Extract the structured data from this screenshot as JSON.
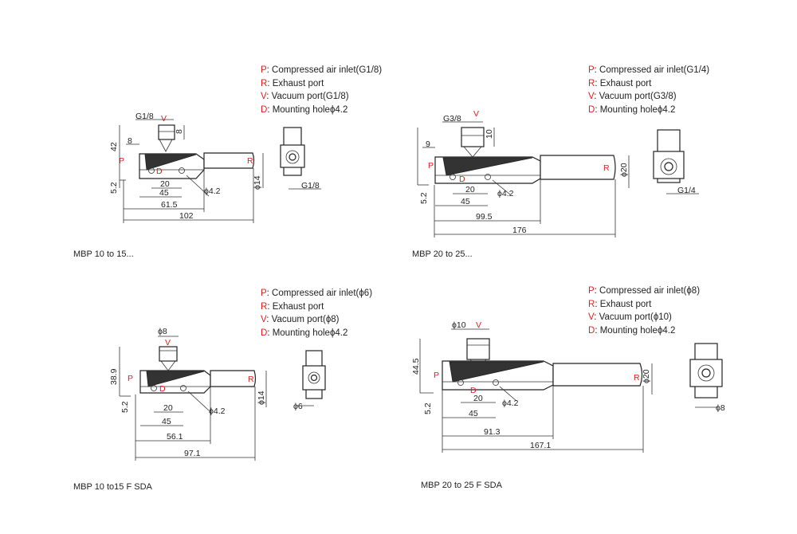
{
  "drawings": [
    {
      "caption": "MBP 10 to 15...",
      "legend": [
        {
          "key": "P",
          "text": ": Compressed air inlet(G1/8)"
        },
        {
          "key": "R",
          "text": ": Exhaust port"
        },
        {
          "key": "V",
          "text": ": Vacuum port(G1/8)"
        },
        {
          "key": "D",
          "text": ": Mounting holeϕ4.2"
        }
      ],
      "labels": {
        "P": "P",
        "R": "R",
        "V": "V",
        "D": "D"
      },
      "dims": {
        "top_port": "G1/8",
        "top_h": "8",
        "height": "42",
        "left": "8",
        "low": "5.2",
        "d20": "20",
        "d45": "45",
        "total1": "61.5",
        "total2": "102",
        "hole": "ϕ4.2",
        "dia": "ϕ14",
        "side_port": "G1/8"
      }
    },
    {
      "caption": "MBP 20 to 25...",
      "legend": [
        {
          "key": "P",
          "text": ": Compressed air inlet(G1/4)"
        },
        {
          "key": "R",
          "text": ": Exhaust port"
        },
        {
          "key": "V",
          "text": ": Vacuum port(G3/8)"
        },
        {
          "key": "D",
          "text": ": Mounting holeϕ4.2"
        }
      ],
      "labels": {
        "P": "P",
        "R": "R",
        "V": "V",
        "D": "D"
      },
      "dims": {
        "top_port": "G3/8",
        "top_h": "10",
        "height": "",
        "left": "9",
        "low": "5.2",
        "d20": "20",
        "d45": "45",
        "total1": "99.5",
        "total2": "176",
        "hole": "ϕ4.2",
        "dia": "ϕ20",
        "side_port": "G1/4"
      }
    },
    {
      "caption": "MBP 10 to15 F SDA",
      "legend": [
        {
          "key": "P",
          "text": ": Compressed air inlet(ϕ6)"
        },
        {
          "key": "R",
          "text": ": Exhaust port"
        },
        {
          "key": "V",
          "text": ": Vacuum port(ϕ8)"
        },
        {
          "key": "D",
          "text": ": Mounting holeϕ4.2"
        }
      ],
      "labels": {
        "P": "P",
        "R": "R",
        "V": "V",
        "D": "D"
      },
      "dims": {
        "top_port": "ϕ8",
        "top_h": "",
        "height": "38.9",
        "left": "",
        "low": "5.2",
        "d20": "20",
        "d45": "45",
        "total1": "56.1",
        "total2": "97.1",
        "hole": "ϕ4.2",
        "dia": "ϕ14",
        "side_port": "ϕ6"
      }
    },
    {
      "caption": "MBP 20 to 25 F SDA",
      "legend": [
        {
          "key": "P",
          "text": ": Compressed air inlet(ϕ8)"
        },
        {
          "key": "R",
          "text": ": Exhaust port"
        },
        {
          "key": "V",
          "text": ": Vacuum port(ϕ10)"
        },
        {
          "key": "D",
          "text": ": Mounting holeϕ4.2"
        }
      ],
      "labels": {
        "P": "P",
        "R": "R",
        "V": "V",
        "D": "D"
      },
      "dims": {
        "top_port": "ϕ10",
        "top_h": "",
        "height": "44.5",
        "left": "",
        "low": "5.2",
        "d20": "20",
        "d45": "45",
        "total1": "91.3",
        "total2": "167.1",
        "hole": "ϕ4.2",
        "dia": "ϕ20",
        "side_port": "ϕ8"
      }
    }
  ]
}
